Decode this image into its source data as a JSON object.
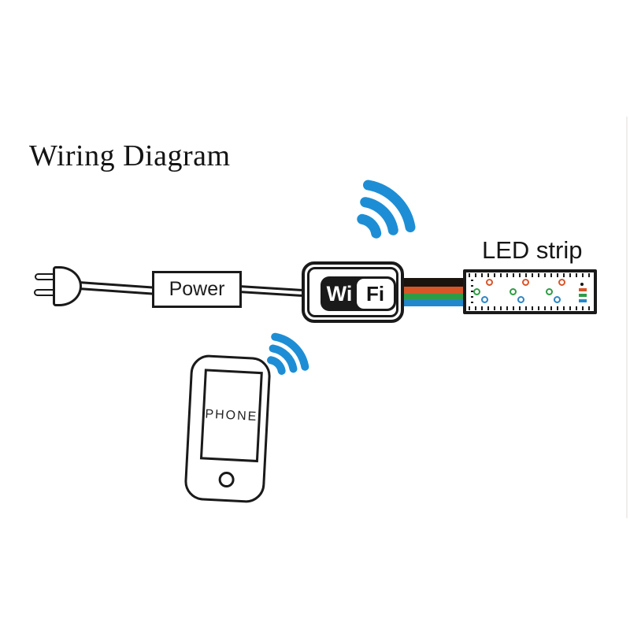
{
  "title": "Wiring Diagram",
  "labels": {
    "power": "Power",
    "wifi_left": "Wi",
    "wifi_right": "Fi",
    "led_strip": "LED strip",
    "phone": "PHONE"
  },
  "colors": {
    "outline": "#1a1a1a",
    "wifi_blue": "#1d8ed5",
    "wire_black": "#1b130e",
    "wire_red": "#d85527",
    "wire_green": "#2e9c47",
    "wire_blue": "#2288cc",
    "led_red": "#d9542b",
    "led_green": "#2f9c44",
    "led_blue": "#2e86c4"
  }
}
